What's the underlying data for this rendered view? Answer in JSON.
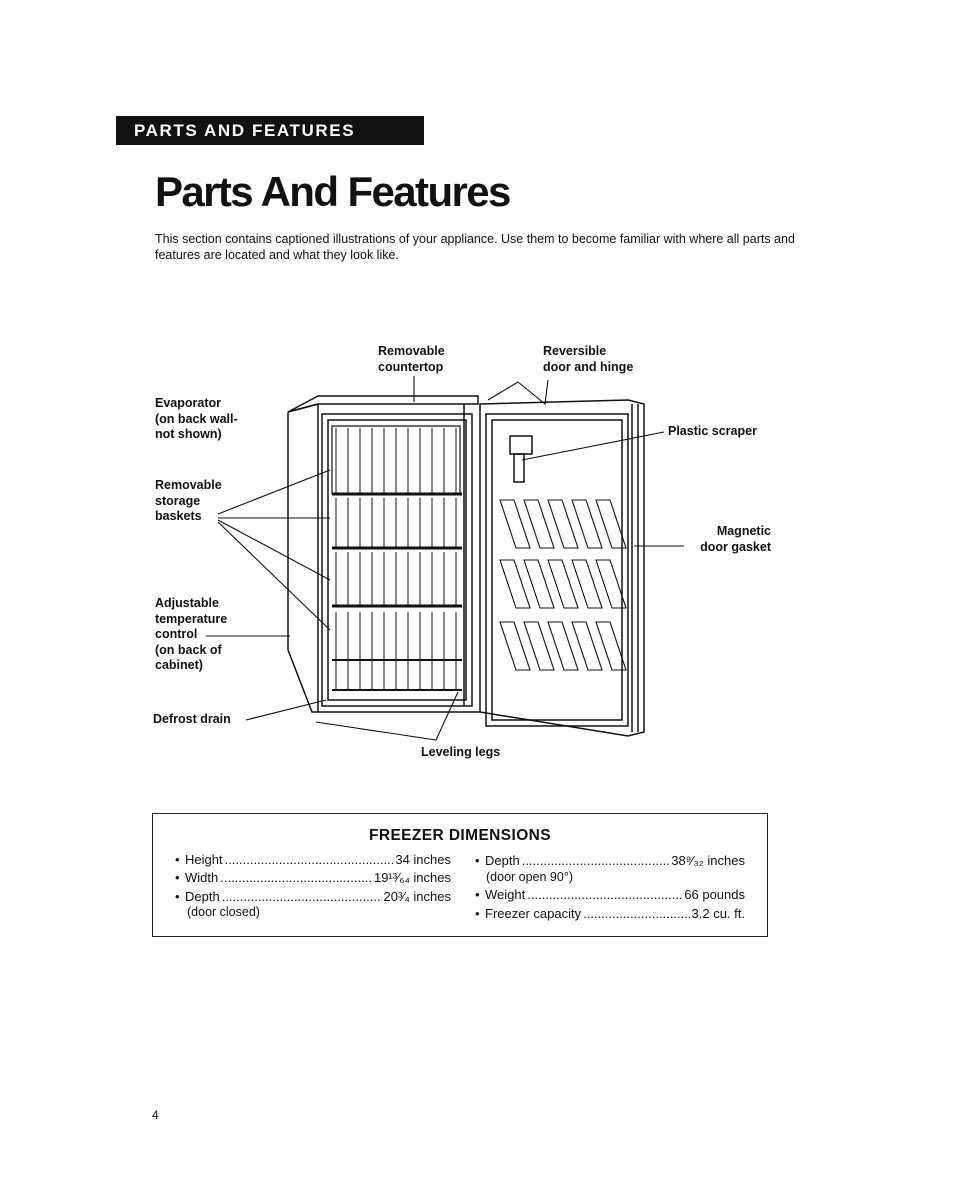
{
  "header": {
    "section_banner": "PARTS AND FEATURES",
    "page_title": "Parts And Features",
    "intro": "This section contains captioned illustrations of your appliance. Use them to become familiar with where all parts and features are located and what they look like."
  },
  "diagram": {
    "labels": {
      "removable_countertop": "Removable\ncountertop",
      "reversible_door": "Reversible\ndoor and hinge",
      "evaporator": "Evaporator\n(on back wall-\nnot shown)",
      "plastic_scraper": "Plastic scraper",
      "storage_baskets": "Removable\nstorage\nbaskets",
      "magnetic_gasket": "Magnetic\ndoor gasket",
      "temperature_control": "Adjustable\ntemperature\ncontrol\n(on back of\ncabinet)",
      "defrost_drain": "Defrost drain",
      "leveling_legs": "Leveling legs"
    }
  },
  "dimensions": {
    "title": "FREEZER DIMENSIONS",
    "left": [
      {
        "label": "Height",
        "value": "34 inches"
      },
      {
        "label": "Width",
        "value": "19¹³⁄₆₄ inches"
      },
      {
        "label": "Depth",
        "value": "20³⁄₄ inches",
        "note": "(door closed)"
      }
    ],
    "right": [
      {
        "label": "Depth",
        "value": "38⁹⁄₃₂ inches",
        "note": "(door open 90°)"
      },
      {
        "label": "Weight",
        "value": "66 pounds"
      },
      {
        "label": "Freezer capacity",
        "value": "3.2 cu. ft."
      }
    ]
  },
  "footer": {
    "page_number": "4"
  }
}
